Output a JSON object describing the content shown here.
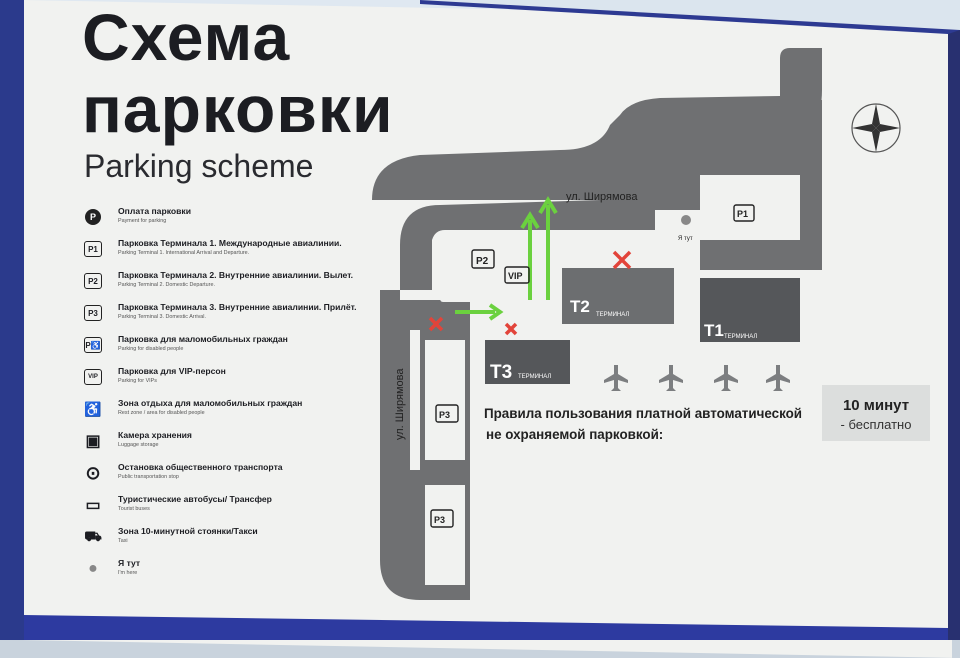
{
  "title_line1": "Схема",
  "title_line2": "парковки",
  "subtitle": "Parking scheme",
  "legend": [
    {
      "icon": "P",
      "icon_name": "parking-payment-icon",
      "label": "Оплата парковки",
      "sub": "Payment for parking"
    },
    {
      "icon": "P1",
      "icon_name": "p1-icon",
      "label": "Парковка Терминала 1. Международные авиалинии.",
      "sub": "Parking Terminal 1. International Arrival and Departure."
    },
    {
      "icon": "P2",
      "icon_name": "p2-icon",
      "label": "Парковка Терминала 2. Внутренние авиалинии. Вылет.",
      "sub": "Parking Terminal 2. Domestic Departure."
    },
    {
      "icon": "P3",
      "icon_name": "p3-icon",
      "label": "Парковка Терминала 3. Внутренние авиалинии. Прилёт.",
      "sub": "Parking Terminal 3. Domestic Arrival."
    },
    {
      "icon": "P♿",
      "icon_name": "disabled-parking-icon",
      "label": "Парковка для маломобильных граждан",
      "sub": "Parking for disabled people"
    },
    {
      "icon": "VIP",
      "icon_name": "vip-icon",
      "label": "Парковка для VIP-персон",
      "sub": "Parking for VIPs"
    },
    {
      "icon": "♿",
      "icon_name": "rest-zone-icon",
      "label": "Зона отдыха для маломобильных граждан",
      "sub": "Rest zone / area for disabled people"
    },
    {
      "icon": "▣",
      "icon_name": "luggage-storage-icon",
      "label": "Камера хранения",
      "sub": "Luggage storage"
    },
    {
      "icon": "⊙",
      "icon_name": "bus-stop-icon",
      "label": "Остановка  общественного транспорта",
      "sub": "Public transportation stop"
    },
    {
      "icon": "▭",
      "icon_name": "tourist-bus-icon",
      "label": "Туристические автобусы/ Трансфер",
      "sub": "Tourist buses"
    },
    {
      "icon": "⛟",
      "icon_name": "taxi-icon",
      "label": "Зона 10-минутной стоянки/Такси",
      "sub": "Taxi"
    },
    {
      "icon": "●",
      "icon_name": "you-are-here-icon",
      "label": "Я тут",
      "sub": "I'm here"
    }
  ],
  "map": {
    "street_top": "ул. Ширямова",
    "street_left": "ул. Ширямова",
    "t1": "T1",
    "t2": "T2",
    "t3": "T3",
    "terminal": "ТЕРМИНАЛ",
    "p1": "P1",
    "p2": "P2",
    "p3": "P3",
    "vip": "VIP",
    "you_are_here": "Я тут",
    "road_color": "#6f7072",
    "arrow_color": "#6bd13f",
    "cross_color": "#e2443a"
  },
  "rules_title_line1": "Правила пользования платной автоматической",
  "rules_title_line2": "не охраняемой парковкой:",
  "free": {
    "line1": "10 минут",
    "line2": "- бесплатно"
  }
}
